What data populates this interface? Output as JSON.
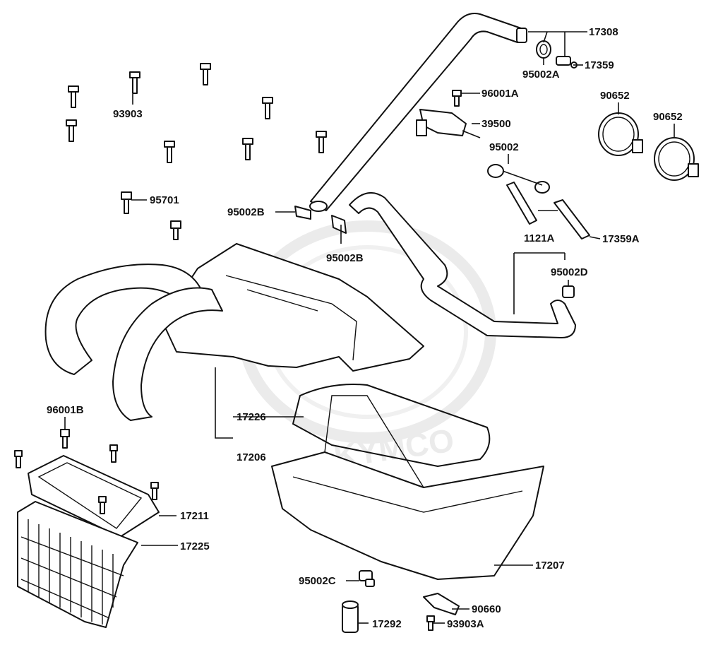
{
  "watermark": {
    "text": "KYMCO",
    "color": "#c8c8c8"
  },
  "labels": [
    {
      "id": "17308",
      "text": "17308"
    },
    {
      "id": "95002A",
      "text": "95002A"
    },
    {
      "id": "17359",
      "text": "17359"
    },
    {
      "id": "96001A",
      "text": "96001A"
    },
    {
      "id": "39500",
      "text": "39500"
    },
    {
      "id": "95002",
      "text": "95002"
    },
    {
      "id": "90652a",
      "text": "90652"
    },
    {
      "id": "90652b",
      "text": "90652"
    },
    {
      "id": "93903",
      "text": "93903"
    },
    {
      "id": "95701",
      "text": "95701"
    },
    {
      "id": "95002B-1",
      "text": "95002B"
    },
    {
      "id": "95002B-2",
      "text": "95002B"
    },
    {
      "id": "1121A",
      "text": "1121A"
    },
    {
      "id": "17359A",
      "text": "17359A"
    },
    {
      "id": "95002D",
      "text": "95002D"
    },
    {
      "id": "96001B",
      "text": "96001B"
    },
    {
      "id": "17226",
      "text": "17226"
    },
    {
      "id": "17206",
      "text": "17206"
    },
    {
      "id": "17211",
      "text": "17211"
    },
    {
      "id": "17225",
      "text": "17225"
    },
    {
      "id": "17207",
      "text": "17207"
    },
    {
      "id": "95002C",
      "text": "95002C"
    },
    {
      "id": "90660",
      "text": "90660"
    },
    {
      "id": "17292",
      "text": "17292"
    },
    {
      "id": "93903A",
      "text": "93903A"
    }
  ]
}
